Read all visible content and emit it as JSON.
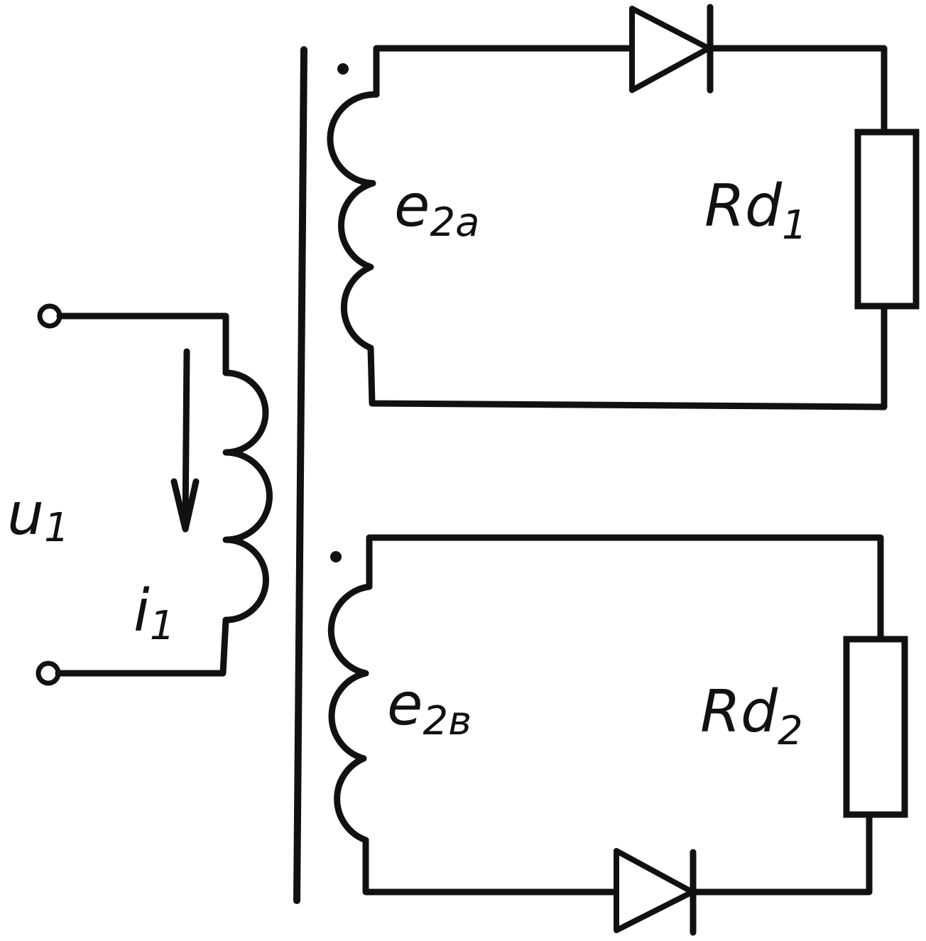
{
  "labels": {
    "input_voltage": {
      "main": "u",
      "sub": "1"
    },
    "input_current": {
      "main": "i",
      "sub": "1"
    },
    "winding_a": {
      "main": "e",
      "sub": "2a"
    },
    "winding_b": {
      "main": "e",
      "sub": "2в"
    },
    "load_1": {
      "main": "Rd",
      "sub": "1"
    },
    "load_2": {
      "main": "Rd",
      "sub": "2"
    }
  }
}
